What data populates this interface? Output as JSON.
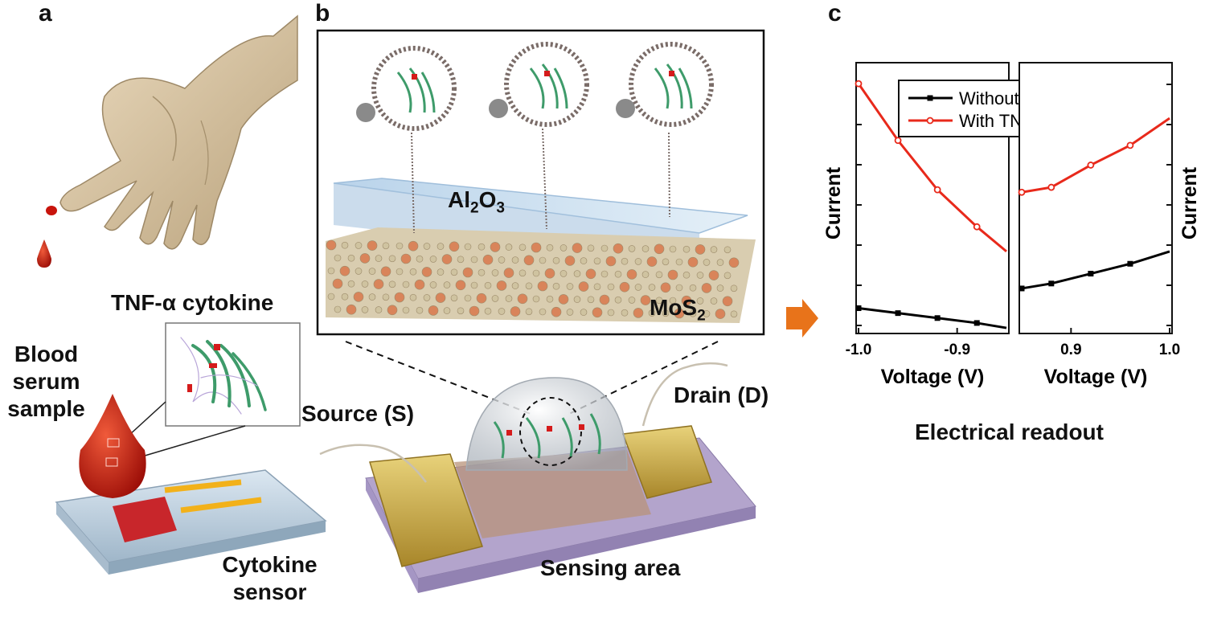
{
  "panels": {
    "a": {
      "letter": "a",
      "cytokine_label": "TNF-α cytokine",
      "sample_label": [
        "Blood",
        "serum",
        "sample"
      ],
      "sensor_label": [
        "Cytokine",
        "sensor"
      ]
    },
    "b": {
      "letter": "b",
      "oxide_label": "Al",
      "oxide_sub1": "2",
      "oxide_o": "O",
      "oxide_sub2": "3",
      "mos_label": "MoS",
      "mos_sub": "2",
      "source_label": "Source (S)",
      "drain_label": "Drain (D)",
      "sensing_label": "Sensing area"
    },
    "c": {
      "letter": "c",
      "readout_label": "Electrical readout"
    }
  },
  "colors": {
    "with_series": "#e8291b",
    "without_series": "#000000",
    "arrow": "#e8731a",
    "blood": "#c8140c",
    "hand": "#d9c6a5",
    "gold": "#c9a640",
    "substrate": "#b3a4cc"
  },
  "chart_data": [
    {
      "type": "line",
      "xlabel": "Voltage (V)",
      "ylabel": "Current",
      "xlim": [
        -1.0,
        -0.85
      ],
      "x_ticks": [
        "-1.0",
        "-0.9"
      ],
      "legend": "top-right",
      "series": [
        {
          "name": "Without TNF-α",
          "x": [
            -1.0,
            -0.96,
            -0.92,
            -0.88,
            -0.85
          ],
          "y": [
            0.07,
            0.05,
            0.03,
            0.01,
            -0.01
          ]
        },
        {
          "name": "With TNF-α",
          "x": [
            -1.0,
            -0.96,
            -0.92,
            -0.88,
            -0.85
          ],
          "y": [
            0.98,
            0.75,
            0.55,
            0.4,
            0.3
          ]
        }
      ]
    },
    {
      "type": "line",
      "xlabel": "Voltage (V)",
      "ylabel": "Current",
      "xlim": [
        0.85,
        1.0
      ],
      "x_ticks": [
        "0.9",
        "1.0"
      ],
      "series": [
        {
          "name": "Without TNF-α",
          "x": [
            0.85,
            0.88,
            0.92,
            0.96,
            1.0
          ],
          "y": [
            0.15,
            0.17,
            0.21,
            0.25,
            0.3
          ]
        },
        {
          "name": "With TNF-α",
          "x": [
            0.85,
            0.88,
            0.92,
            0.96,
            1.0
          ],
          "y": [
            0.54,
            0.56,
            0.65,
            0.73,
            0.84
          ]
        }
      ]
    }
  ]
}
